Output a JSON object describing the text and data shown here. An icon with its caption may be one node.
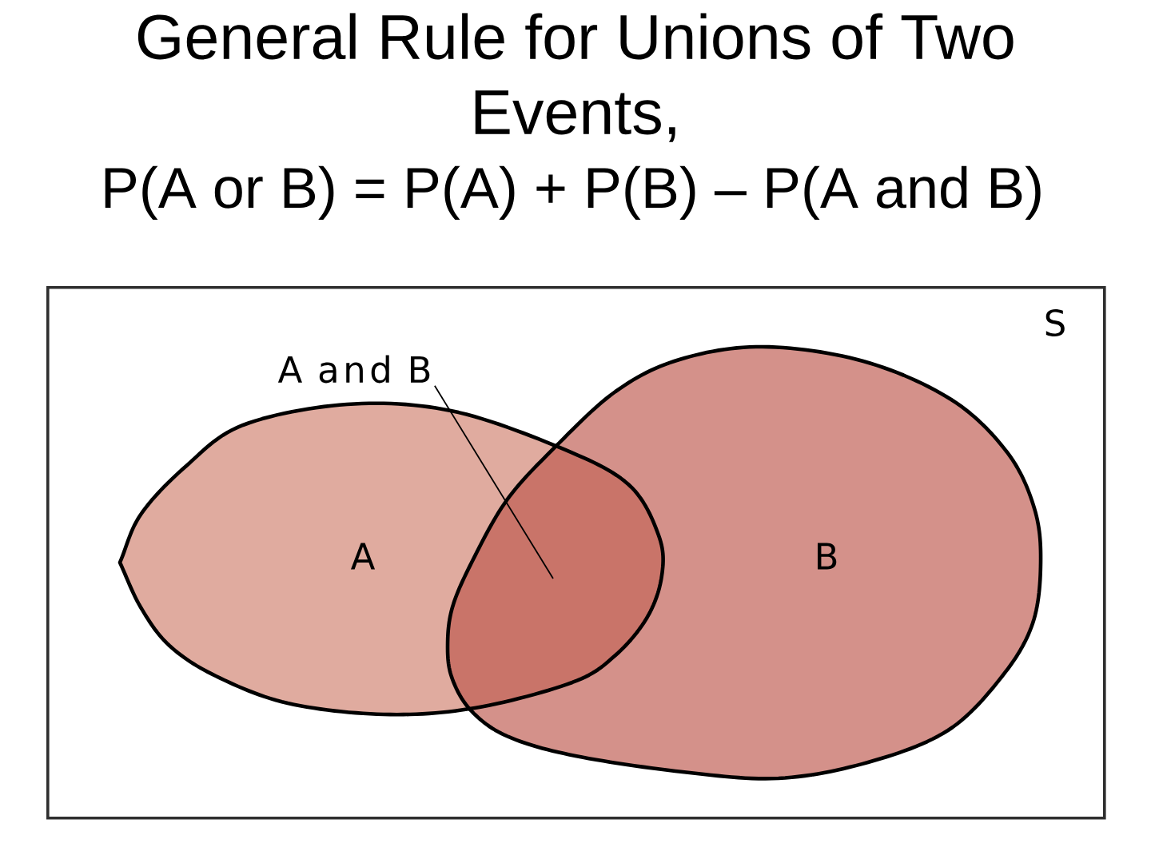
{
  "diagram": {
    "title": "General Rule for Unions of Two Events,",
    "nodes": [
      {
        "text": [
          "S"
        ]
      },
      {
        "text": [
          "A"
        ],
        "in": 0
      },
      {
        "text": [
          "B"
        ],
        "in": 0
      },
      {
        "text": [
          "A and B"
        ],
        "in": 0
      },
      {
        "text": [],
        "shape": "lens",
        "in": 0
      }
    ],
    "edges": [
      {
        "from": 3,
        "to": 4,
        "arrow": "none"
      }
    ],
    "labels": [
      "P(A or B) = P(A) + P(B) – P(A and B)"
    ]
  }
}
